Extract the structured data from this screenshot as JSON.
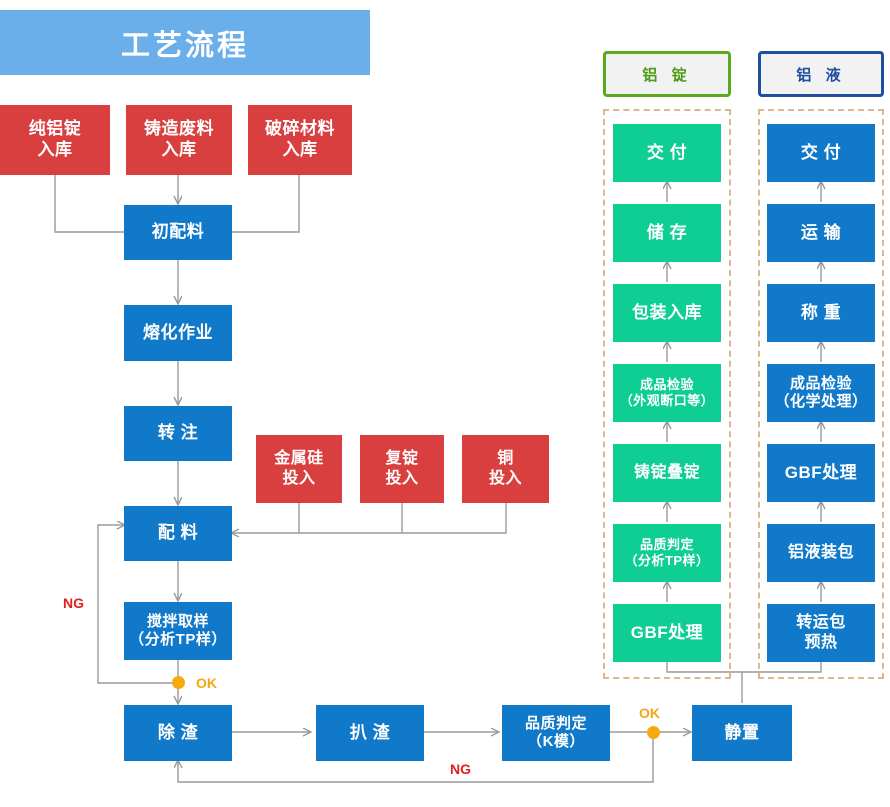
{
  "title": "工艺流程",
  "colors": {
    "banner": "#6aaeea",
    "red": "#d93f3f",
    "blue": "#1179c9",
    "green": "#0fce94",
    "ng": "#e02020",
    "ok": "#f5a613",
    "dash": "#dcb88e",
    "tab_green_border": "#5aa91e",
    "tab_blue_border": "#1f4e9c",
    "arrow": "#9a9a9a"
  },
  "intake": [
    {
      "lines": [
        "纯铝锭",
        "入库"
      ]
    },
    {
      "lines": [
        "铸造废料",
        "入库"
      ]
    },
    {
      "lines": [
        "破碎材料",
        "入库"
      ]
    }
  ],
  "main_flow": [
    {
      "lines": [
        "初配料"
      ]
    },
    {
      "lines": [
        "熔化作业"
      ]
    },
    {
      "lines": [
        "转  注"
      ]
    },
    {
      "lines": [
        "配  料"
      ]
    },
    {
      "lines": [
        "搅拌取样",
        "（分析TP样）"
      ]
    }
  ],
  "additives": [
    {
      "lines": [
        "金属硅",
        "投入"
      ]
    },
    {
      "lines": [
        "复锭",
        "投入"
      ]
    },
    {
      "lines": [
        "铜",
        "投入"
      ]
    }
  ],
  "bottom_flow": [
    {
      "lines": [
        "除  渣"
      ]
    },
    {
      "lines": [
        "扒  渣"
      ]
    },
    {
      "lines": [
        "品质判定",
        "（K模）"
      ]
    },
    {
      "lines": [
        "静置"
      ]
    }
  ],
  "branches": [
    {
      "tab": "铝 锭",
      "style": "green",
      "steps": [
        {
          "lines": [
            "交  付"
          ]
        },
        {
          "lines": [
            "储  存"
          ]
        },
        {
          "lines": [
            "包装入库"
          ]
        },
        {
          "lines": [
            "成品检验",
            "（外观断口等）"
          ]
        },
        {
          "lines": [
            "铸锭叠锭"
          ]
        },
        {
          "lines": [
            "品质判定",
            "（分析TP样）"
          ]
        },
        {
          "lines": [
            "GBF处理"
          ]
        }
      ]
    },
    {
      "tab": "铝 液",
      "style": "blue",
      "steps": [
        {
          "lines": [
            "交  付"
          ]
        },
        {
          "lines": [
            "运  输"
          ]
        },
        {
          "lines": [
            "称  重"
          ]
        },
        {
          "lines": [
            "成品检验",
            "（化学处理）"
          ]
        },
        {
          "lines": [
            "GBF处理"
          ]
        },
        {
          "lines": [
            "铝液装包"
          ]
        },
        {
          "lines": [
            "转运包",
            "预热"
          ]
        }
      ]
    }
  ],
  "edge_labels": {
    "ng_left": "NG",
    "ok_mid": "OK",
    "ng_bottom": "NG",
    "ok_bottom": "OK"
  }
}
